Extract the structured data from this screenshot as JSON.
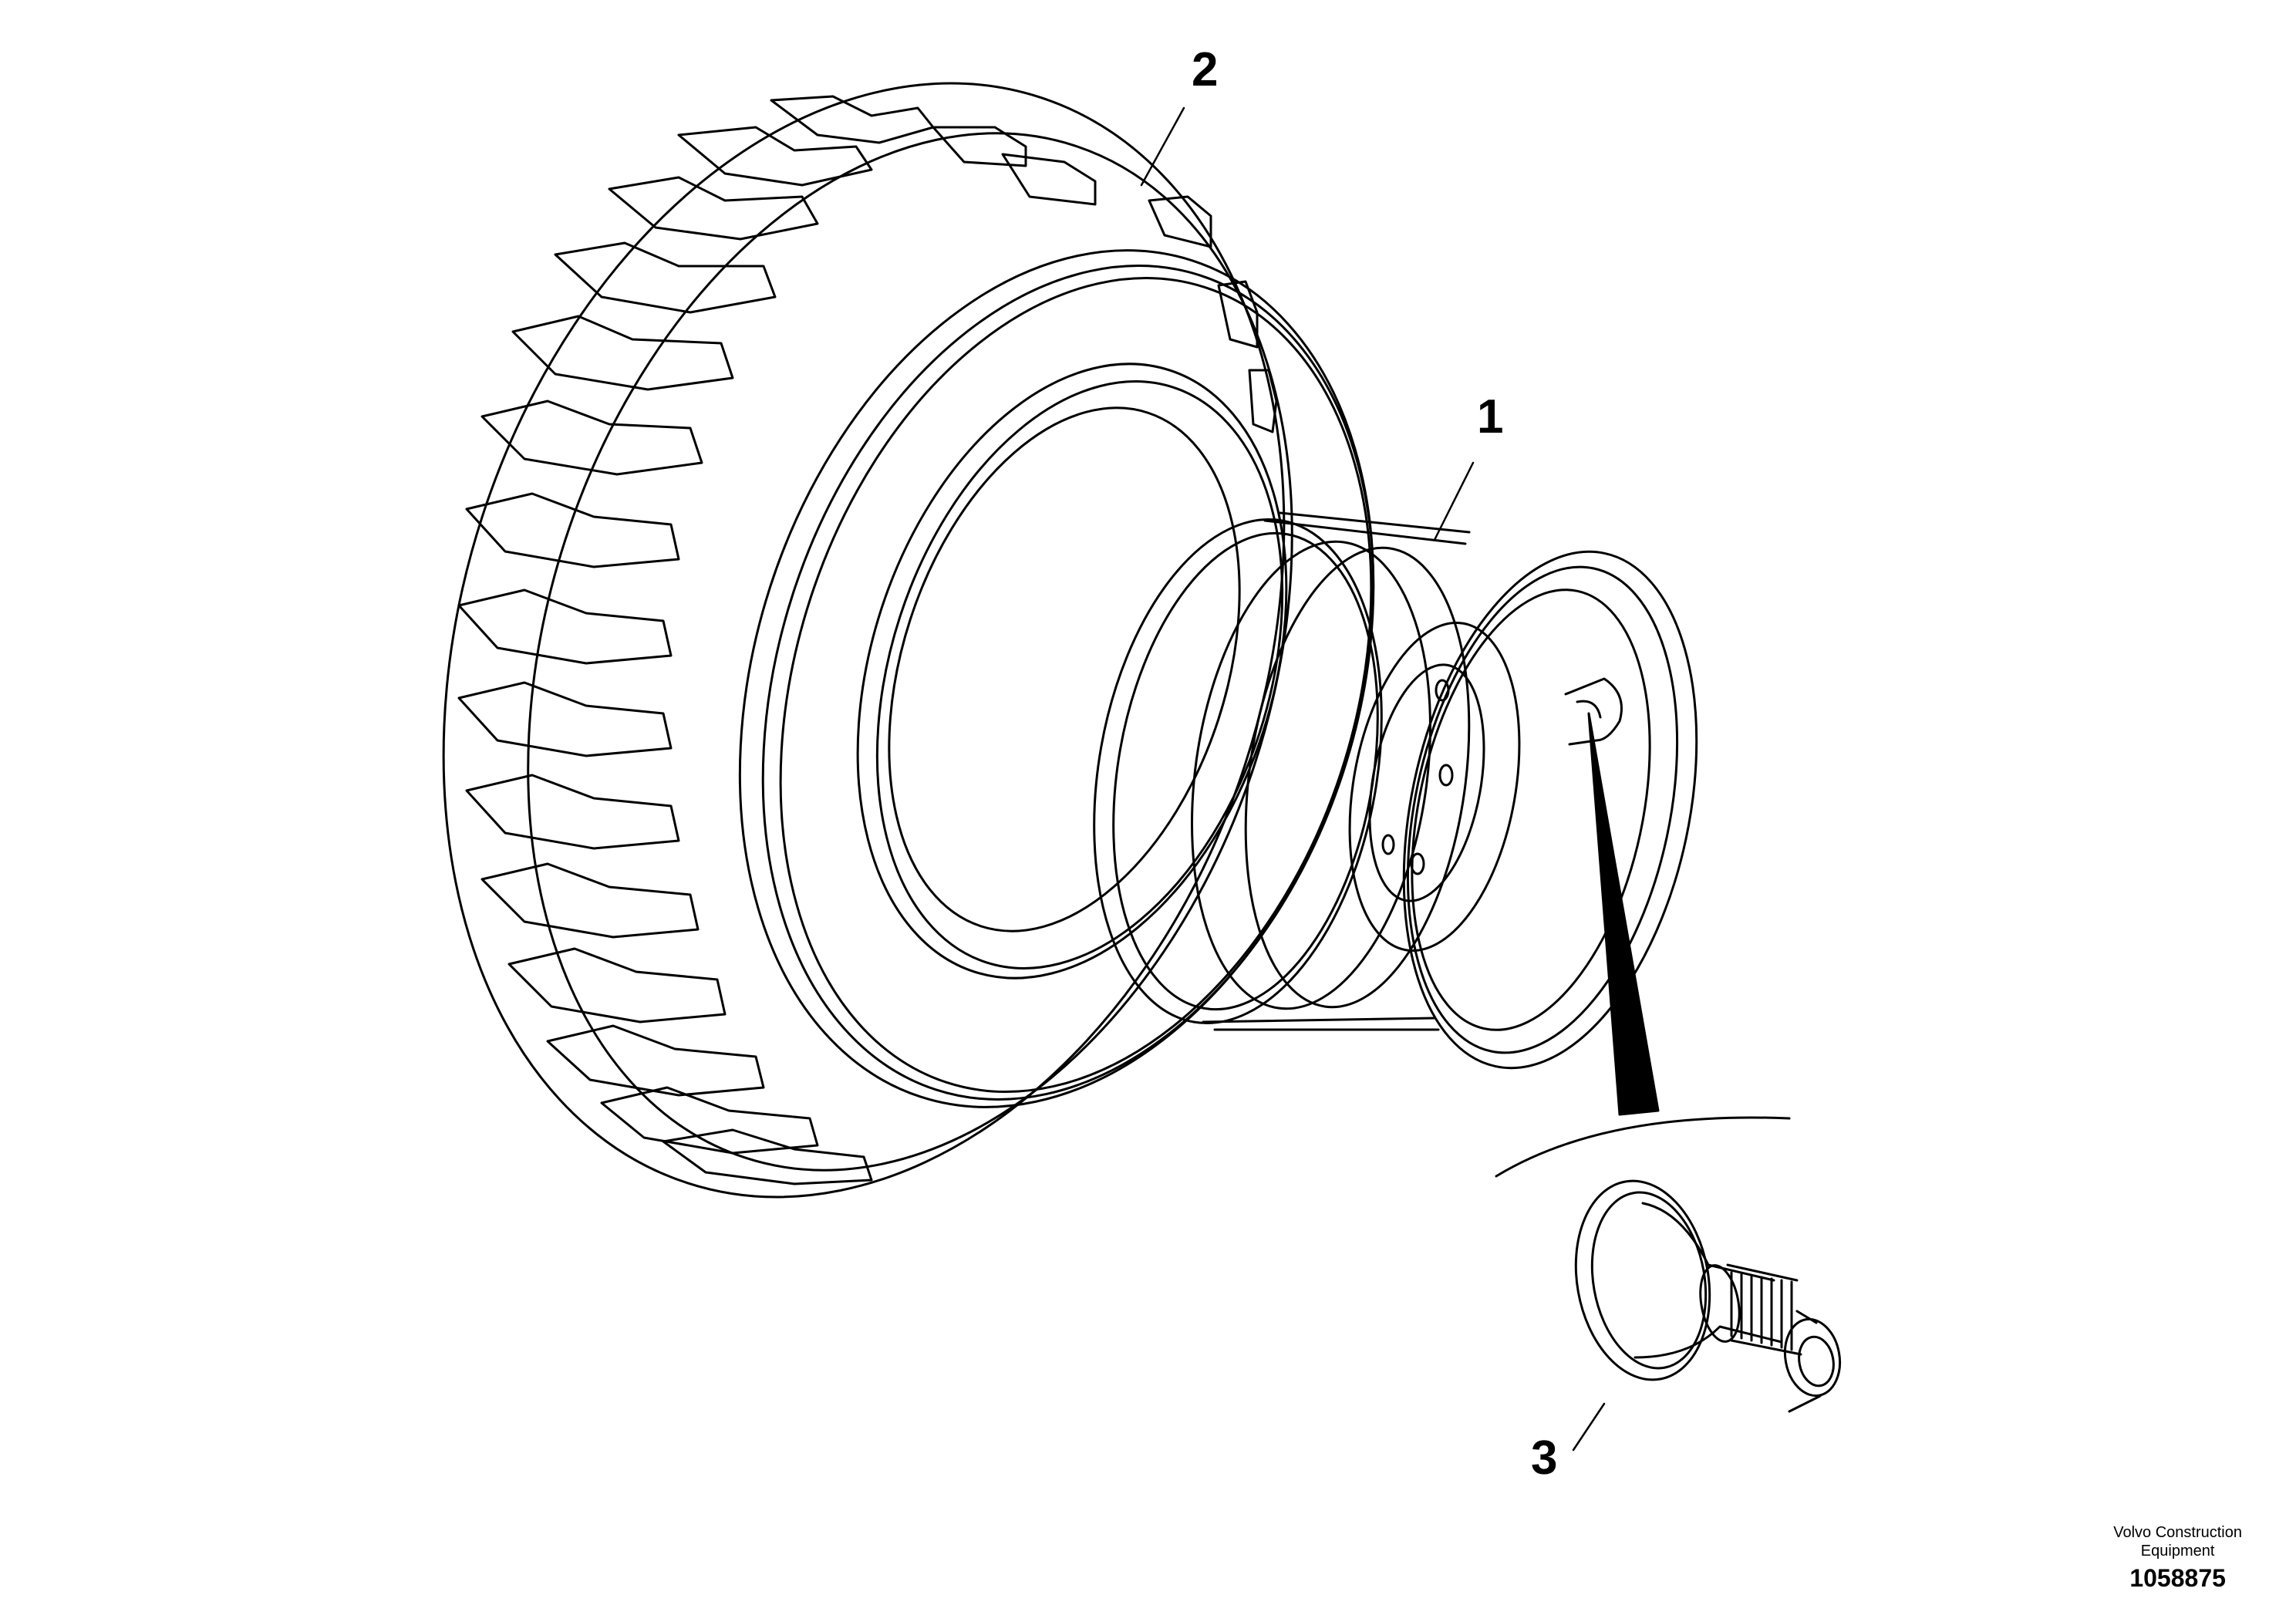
{
  "callouts": [
    {
      "number": "1",
      "part": "rim"
    },
    {
      "number": "2",
      "part": "tyre"
    },
    {
      "number": "3",
      "part": "valve"
    }
  ],
  "footer": {
    "brand_line1": "Volvo Construction",
    "brand_line2": "Equipment",
    "figure_number": "1058875"
  },
  "colors": {
    "line": "#000000",
    "background": "#ffffff"
  }
}
